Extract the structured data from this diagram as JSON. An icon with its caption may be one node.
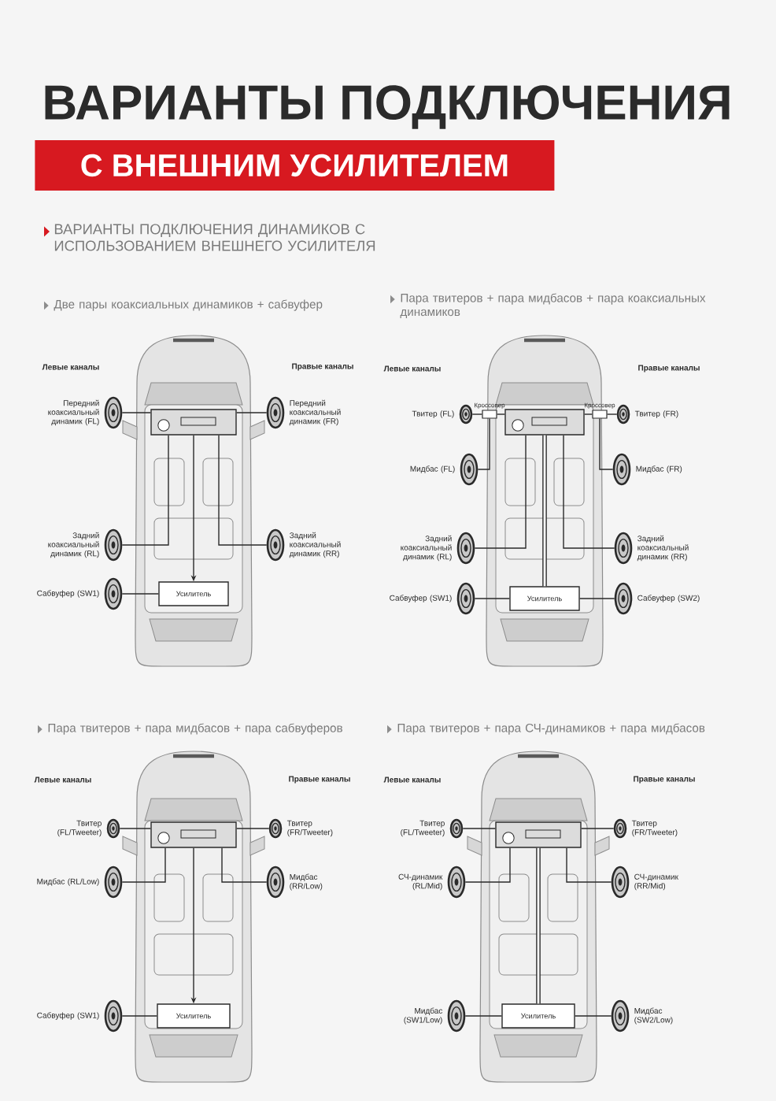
{
  "diagram": {
    "title": "ВАРИАНТЫ ПОДКЛЮЧЕНИЯ",
    "nodes": [
      {
        "text": [],
        "shape": "box"
      },
      {
        "text": [],
        "shape": "speaker",
        "beside": [
          "Передний коаксиальный динамик (FL)"
        ]
      },
      {
        "text": [],
        "shape": "speaker",
        "beside": [
          "Передний коаксиальный динамик (FR)"
        ]
      },
      {
        "text": [],
        "shape": "speaker",
        "beside": [
          "Задний коаксиальный динамик (RL)"
        ]
      },
      {
        "text": [],
        "shape": "speaker",
        "beside": [
          "Задний коаксиальный динамик (RR)"
        ]
      },
      {
        "text": [],
        "shape": "speaker",
        "beside": [
          "Сабвуфер (SW1)"
        ]
      },
      {
        "text": [
          "Усилитель"
        ]
      },
      {
        "text": [],
        "shape": "speaker",
        "beside": [
          "Твитер (FL)"
        ]
      },
      {
        "text": [
          "Кроссовер"
        ]
      },
      {
        "text": [],
        "shape": "box"
      },
      {
        "text": [
          "Кроссовер"
        ]
      },
      {
        "text": [],
        "shape": "speaker",
        "beside": [
          "Твитер (FR)"
        ]
      },
      {
        "text": [],
        "shape": "speaker",
        "beside": [
          "Мидбас (FL)"
        ]
      },
      {
        "text": [],
        "shape": "speaker",
        "beside": [
          "Мидбас (FR)"
        ]
      },
      {
        "text": [],
        "shape": "speaker",
        "beside": [
          "Задний коаксиальный динамик (RL)"
        ]
      },
      {
        "text": [],
        "shape": "speaker",
        "beside": [
          "Задний коаксиальный динамик (RR)"
        ]
      },
      {
        "text": [],
        "shape": "speaker",
        "beside": [
          "Сабвуфер (SW1)"
        ]
      },
      {
        "text": [
          "Усилитель"
        ]
      },
      {
        "text": [],
        "shape": "speaker",
        "beside": [
          "Сабвуфер (SW2)"
        ]
      },
      {
        "text": [],
        "shape": "speaker",
        "beside": [
          "Твитер (FL/Tweeter)"
        ]
      },
      {
        "text": [],
        "shape": "box"
      },
      {
        "text": [],
        "shape": "speaker",
        "beside": [
          "Твитер (FR/Tweeter)"
        ]
      },
      {
        "text": [],
        "shape": "speaker",
        "beside": [
          "Мидбас (RL/Low)"
        ]
      },
      {
        "text": [],
        "shape": "speaker",
        "beside": [
          "Мидбас (RR/Low)"
        ]
      },
      {
        "text": [],
        "shape": "speaker",
        "beside": [
          "Сабвуфер (SW1)"
        ]
      },
      {
        "text": [
          "Усилитель"
        ]
      },
      {
        "text": [],
        "shape": "speaker",
        "beside": [
          "Твитер (FL/Tweeter)"
        ]
      },
      {
        "text": [],
        "shape": "box"
      },
      {
        "text": [],
        "shape": "speaker",
        "beside": [
          "Твитер (FR/Tweeter)"
        ]
      },
      {
        "text": [],
        "shape": "speaker",
        "beside": [
          "СЧ-динамик (RL/Mid)"
        ]
      },
      {
        "text": [],
        "shape": "speaker",
        "beside": [
          "СЧ-динамик (RR/Mid)"
        ]
      },
      {
        "text": [],
        "shape": "speaker",
        "beside": [
          "Мидбас (SW1/Low)"
        ]
      },
      {
        "text": [
          "Усилитель"
        ]
      },
      {
        "text": [],
        "shape": "speaker",
        "beside": [
          "Мидбас (SW2/Low)"
        ]
      }
    ],
    "edges": [
      {
        "from": 0,
        "to": 1,
        "arrow": "none"
      },
      {
        "from": 0,
        "to": 2,
        "arrow": "none"
      },
      {
        "from": 0,
        "to": 3,
        "arrow": "none"
      },
      {
        "from": 0,
        "to": 4,
        "arrow": "none"
      },
      {
        "from": 0,
        "to": 6,
        "arrow": "to"
      },
      {
        "from": 6,
        "to": 5,
        "arrow": "none"
      },
      {
        "from": 8,
        "to": 7,
        "arrow": "none"
      },
      {
        "from": 9,
        "to": 8,
        "arrow": "none"
      },
      {
        "from": 9,
        "to": 10,
        "arrow": "none"
      },
      {
        "from": 10,
        "to": 11,
        "arrow": "none"
      },
      {
        "from": 8,
        "to": 12,
        "arrow": "none"
      },
      {
        "from": 10,
        "to": 13,
        "arrow": "none"
      },
      {
        "from": 9,
        "to": 14,
        "arrow": "none"
      },
      {
        "from": 9,
        "to": 15,
        "arrow": "none"
      },
      {
        "from": 9,
        "to": 17,
        "arrow": "none",
        "style": "thick"
      },
      {
        "from": 17,
        "to": 16,
        "arrow": "none"
      },
      {
        "from": 17,
        "to": 18,
        "arrow": "none"
      },
      {
        "from": 20,
        "to": 19,
        "arrow": "none"
      },
      {
        "from": 20,
        "to": 21,
        "arrow": "none"
      },
      {
        "from": 20,
        "to": 22,
        "arrow": "none"
      },
      {
        "from": 20,
        "to": 23,
        "arrow": "none"
      },
      {
        "from": 20,
        "to": 25,
        "arrow": "to"
      },
      {
        "from": 25,
        "to": 24,
        "arrow": "none"
      },
      {
        "from": 27,
        "to": 26,
        "arrow": "none"
      },
      {
        "from": 27,
        "to": 28,
        "arrow": "none"
      },
      {
        "from": 27,
        "to": 29,
        "arrow": "none"
      },
      {
        "from": 27,
        "to": 30,
        "arrow": "none"
      },
      {
        "from": 27,
        "to": 32,
        "arrow": "none",
        "style": "thick"
      },
      {
        "from": 32,
        "to": 31,
        "arrow": "none"
      },
      {
        "from": 32,
        "to": 33,
        "arrow": "none"
      }
    ],
    "labels": [
      "С ВНЕШНИМ УСИЛИТЕЛЕМ",
      "ВАРИАНТЫ ПОДКЛЮЧЕНИЯ ДИНАМИКОВ С ИСПОЛЬЗОВАНИЕМ ВНЕШНЕГО УСИЛИТЕЛЯ",
      "Две пары коаксиальных динамиков + сабвуфер",
      "Пара твитеров + пара мидбасов + пара коаксиальных динамиков",
      "Левые каналы",
      "Правые каналы",
      "Левые каналы",
      "Правые каналы",
      "Пара твитеров + пара мидбасов + пара сабвуферов",
      "Пара твитеров + пара СЧ-динамиков + пара мидбасов",
      "Левые каналы",
      "Правые каналы",
      "Левые каналы",
      "Правые каналы"
    ]
  }
}
